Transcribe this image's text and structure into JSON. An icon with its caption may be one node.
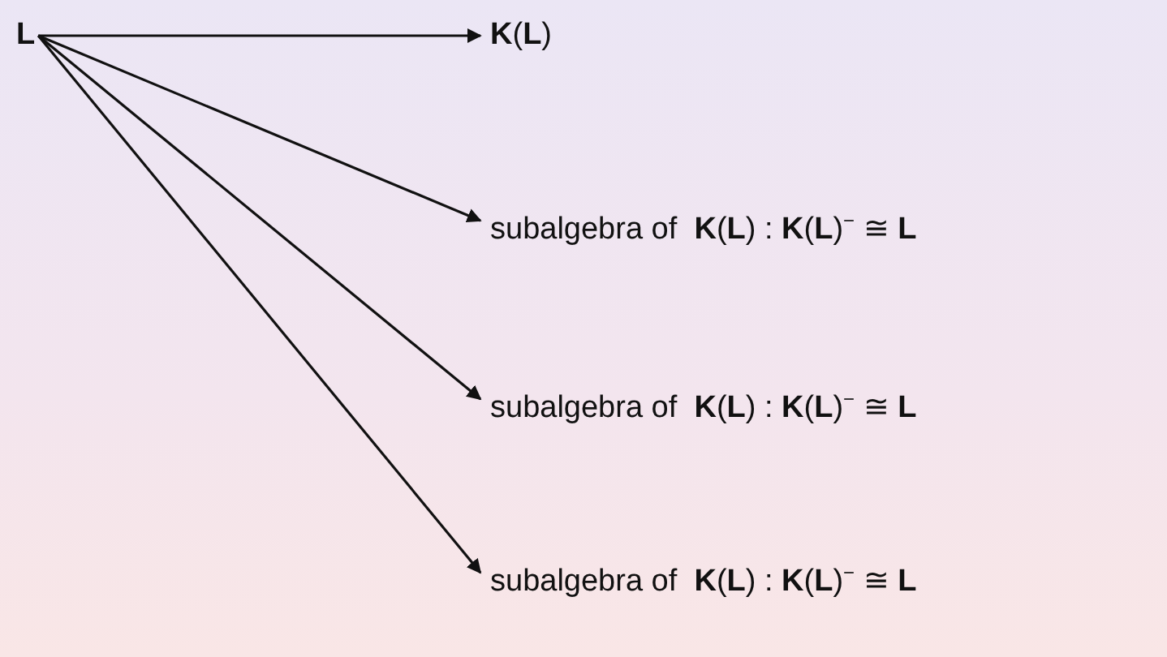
{
  "diagram": {
    "nodes": [
      {
        "text": [
          "**L**"
        ]
      },
      {
        "text": [
          "**K**(**L**)"
        ]
      },
      {
        "text": [
          "subalgebra of  **K**(**L**) : **K**(**L**)$^{−}$ ≅ **L**"
        ]
      },
      {
        "text": [
          "subalgebra of  **K**(**L**) : **K**(**L**)$^{−}$ ≅ **L**"
        ]
      },
      {
        "text": [
          "subalgebra of  **K**(**L**) : **K**(**L**)$^{−}$ ≅ **L**"
        ]
      }
    ],
    "edges": [
      {
        "from": 0,
        "to": 1,
        "arrow": "to"
      },
      {
        "from": 0,
        "to": 2,
        "arrow": "to"
      },
      {
        "from": 0,
        "to": 3,
        "arrow": "to"
      },
      {
        "from": 0,
        "to": 4,
        "arrow": "to"
      }
    ]
  }
}
